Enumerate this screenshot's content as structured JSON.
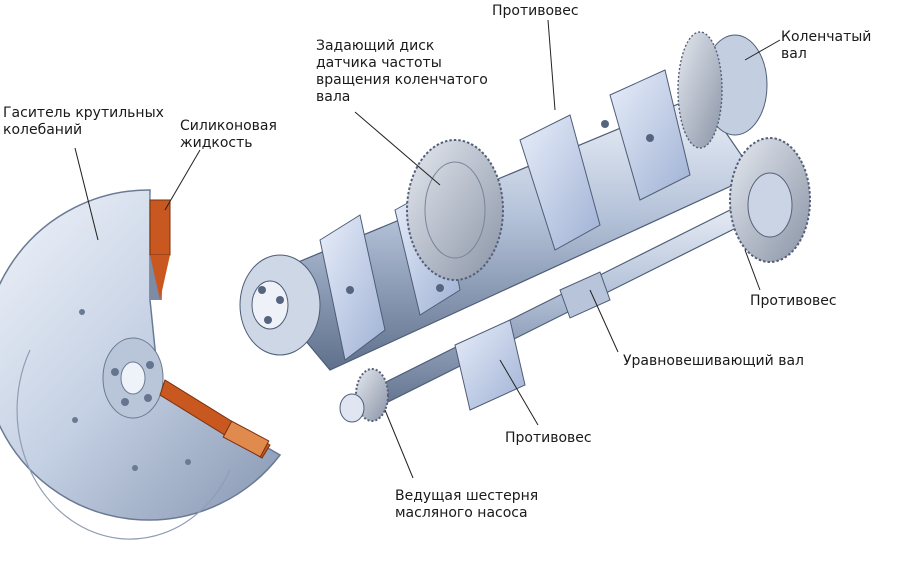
{
  "labels": {
    "damper": "Гаситель крутильных\nколебаний",
    "silicone": "Силиконовая\nжидкость",
    "trigger_disc": "Задающий диск\nдатчика частоты\nвращения коленчатого\nвала",
    "counterweight_top": "Противовес",
    "crankshaft": "Коленчатый вал",
    "counterweight_right": "Противовес",
    "balance_shaft": "Уравновешивающий вал",
    "counterweight_bottom": "Противовес",
    "oil_pump_gear": "Ведущая шестерня\nмасляного насоса"
  },
  "colors": {
    "metal_light": "#dfe7f3",
    "metal_mid": "#a9b8d0",
    "metal_dark": "#5d6e89",
    "silicone": "#c8581f",
    "leader": "#222222"
  }
}
